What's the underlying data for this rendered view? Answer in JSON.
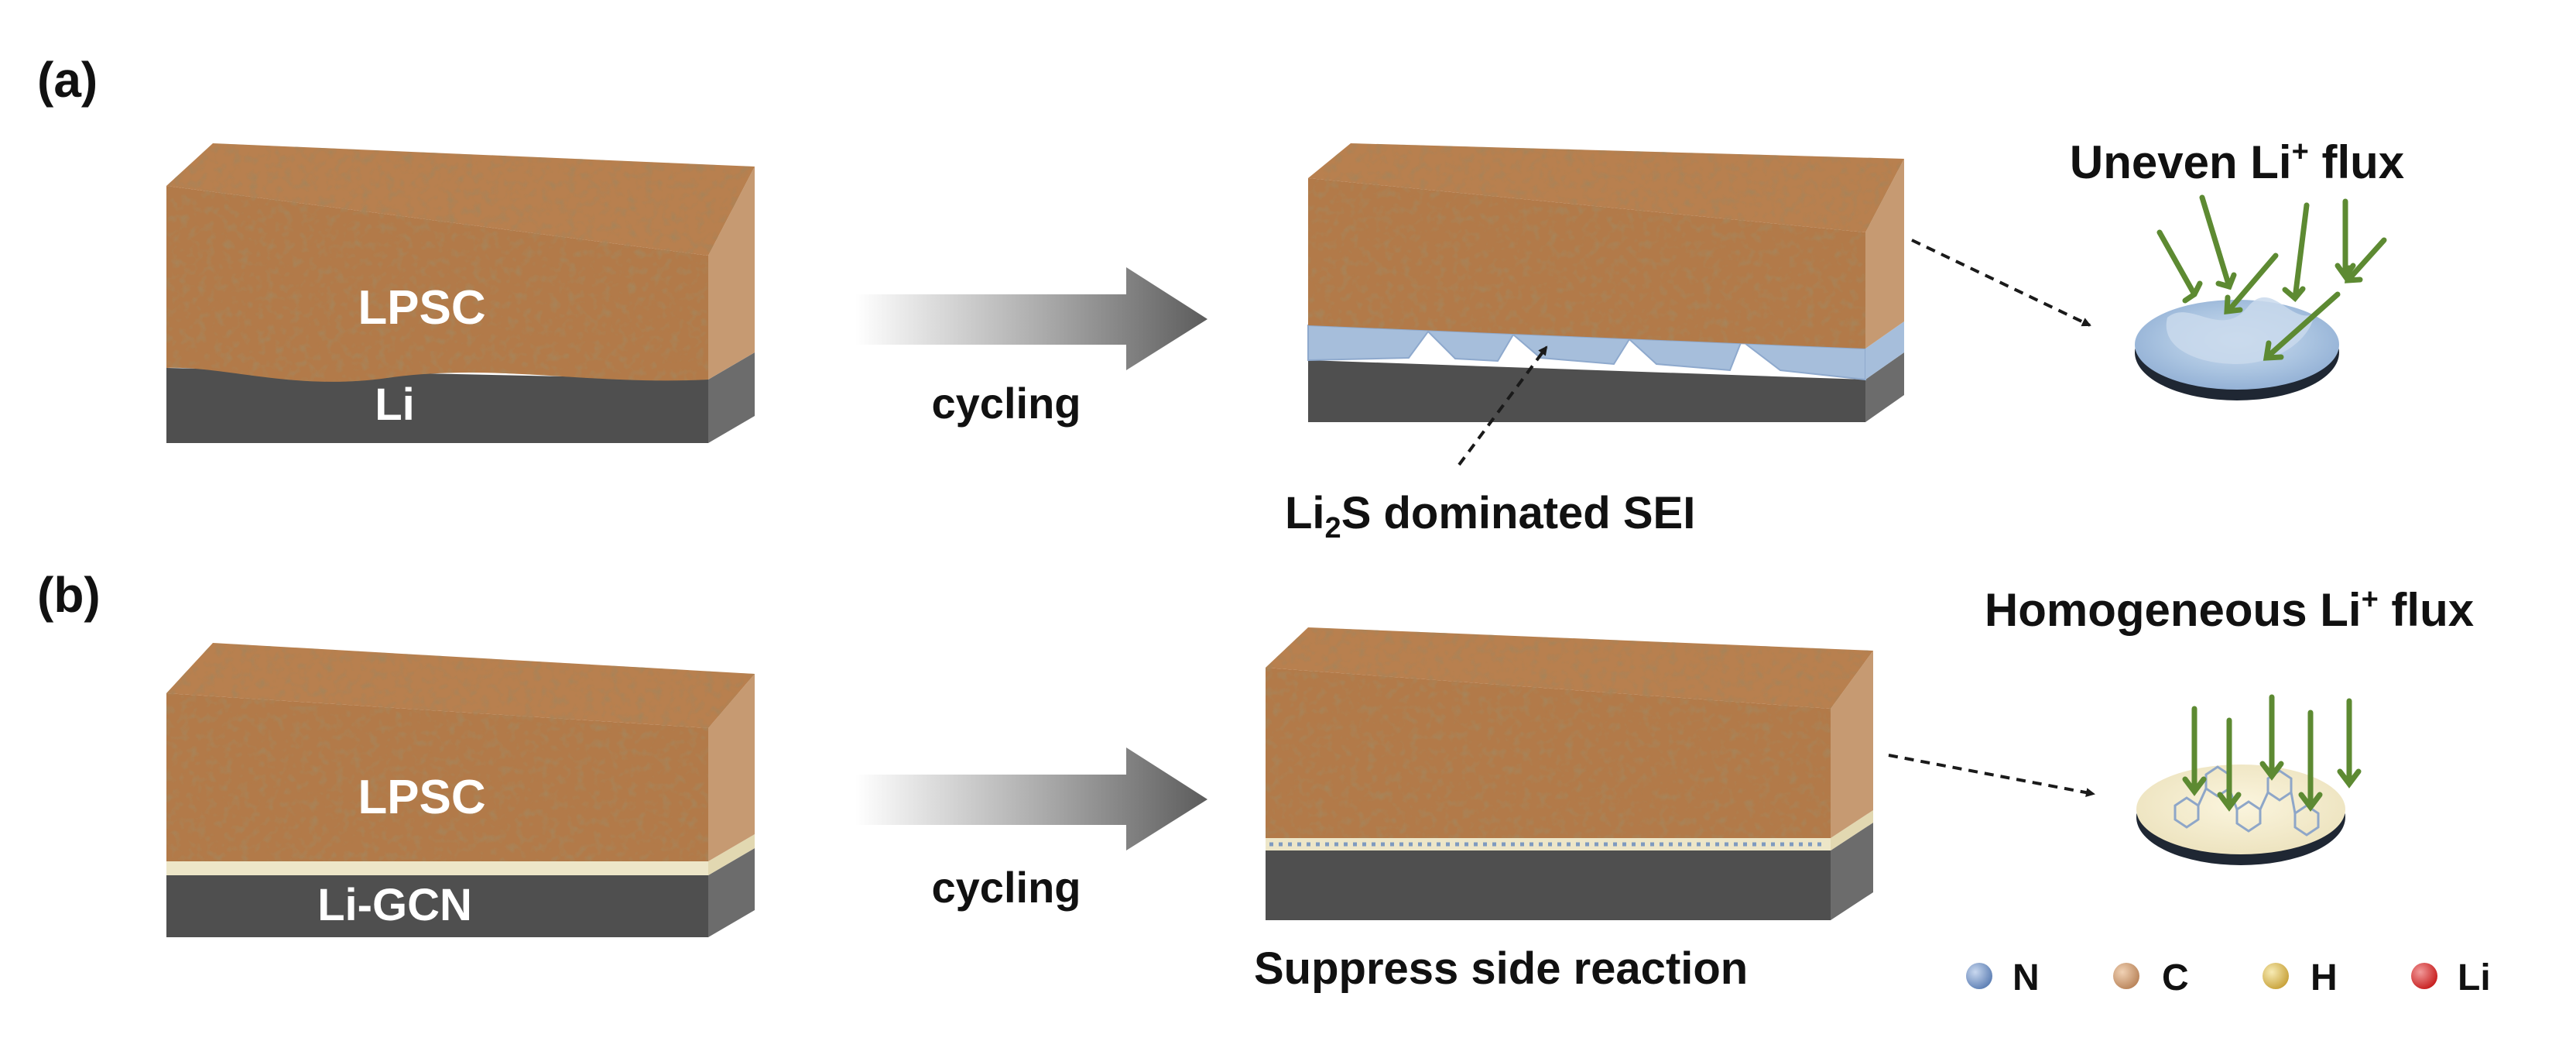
{
  "panels": [
    {
      "tag": "(a)",
      "electrolyte_label": "LPSC",
      "anode_label": "Li",
      "process_label": "cycling",
      "interphase_note": {
        "pre": "Li",
        "sub": "2",
        "post": "S dominated SEI"
      },
      "flux_title": {
        "pre": "Uneven Li",
        "sup": "+",
        "post": " flux"
      }
    },
    {
      "tag": "(b)",
      "electrolyte_label": "LPSC",
      "anode_label": "Li-GCN",
      "process_label": "cycling",
      "interphase_note": "Suppress side reaction",
      "flux_title": {
        "pre": "Homogeneous Li",
        "sup": "+",
        "post": " flux"
      }
    }
  ],
  "legend": [
    {
      "label": "N",
      "color": "#5d7fb4"
    },
    {
      "label": "C",
      "color": "#b9845a"
    },
    {
      "label": "H",
      "color": "#d8b84a"
    },
    {
      "label": "Li",
      "color": "#d42a2a"
    }
  ],
  "colors": {
    "electrolyte_top": "#b8804f",
    "electrolyte_front": "#b27a4a",
    "electrolyte_side": "#c69a72",
    "lithium_front": "#4f4f4f",
    "lithium_side": "#6c6c6c",
    "sei": "#a6bedb",
    "gcn_layer": "#ede6c8",
    "flux_arrow": "#5d8a32",
    "process_arrow": "#5c5c5c"
  }
}
